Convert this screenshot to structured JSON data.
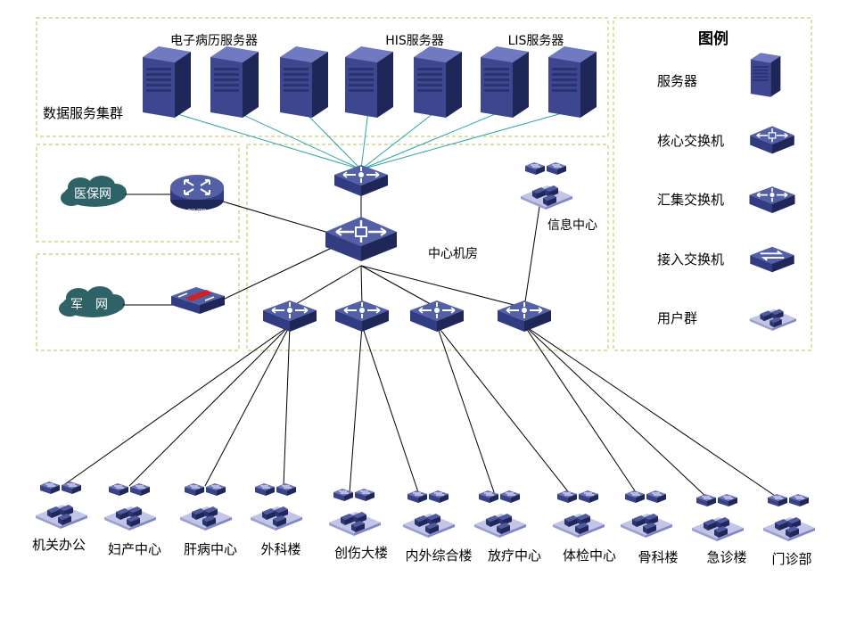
{
  "groups": {
    "data_cluster": "数据服务集群",
    "central_room": "中心机房",
    "legend_title": "图例"
  },
  "server_labels": {
    "emr": "电子病历服务器",
    "his": "HIS服务器",
    "lis": "LIS服务器"
  },
  "external": {
    "medical_insurance": "医保网",
    "military": "军　网",
    "router_text": "ROUTER"
  },
  "info_center": "信息中心",
  "legend": [
    {
      "label": "服务器",
      "icon": "server-icon"
    },
    {
      "label": "核心交换机",
      "icon": "core-switch-icon"
    },
    {
      "label": "汇集交换机",
      "icon": "aggregation-switch-icon"
    },
    {
      "label": "接入交换机",
      "icon": "access-switch-icon"
    },
    {
      "label": "用户群",
      "icon": "user-group-icon"
    }
  ],
  "buildings": [
    "机关办公",
    "妇产中心",
    "肝病中心",
    "外科楼",
    "创伤大楼",
    "内外综合楼",
    "放疗中心",
    "体检中心",
    "骨科楼",
    "急诊楼",
    "门诊部"
  ],
  "colors": {
    "dashed_border": "#b9c44a",
    "device_top": "#4f5b9e",
    "device_side": "#262f66",
    "server_link": "#2aa6a6",
    "cloud": "#2e6266",
    "firewall_red": "#cc2222",
    "user_pad": "#c2c5e6"
  }
}
